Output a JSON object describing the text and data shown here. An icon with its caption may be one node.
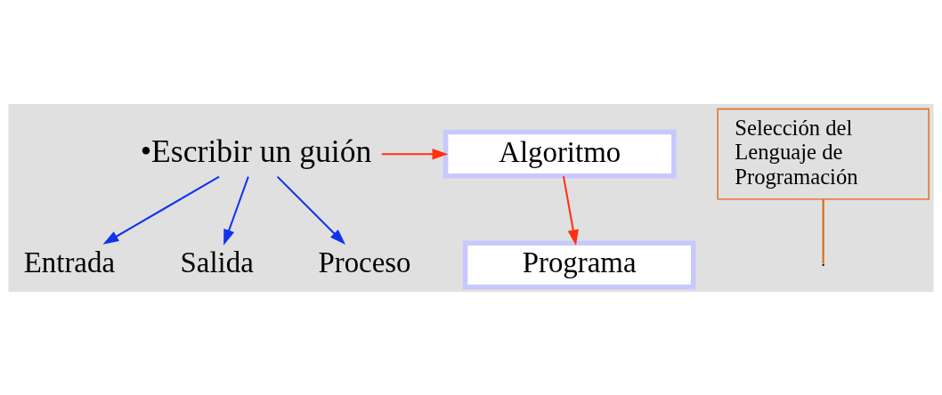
{
  "diagram": {
    "nodes": [
      {
        "text": [
          "•Escribir un guión"
        ]
      },
      {
        "text": [
          "Algoritmo"
        ]
      },
      {
        "text": [
          "Entrada"
        ]
      },
      {
        "text": [
          "Salida"
        ]
      },
      {
        "text": [
          "Proceso"
        ]
      },
      {
        "text": [
          "Programa"
        ]
      },
      {
        "text": [
          "Selección del Lenguaje de Programación"
        ]
      }
    ],
    "edges": [
      {
        "from": 0,
        "to": 1,
        "arrow": "to",
        "color": "#ff3311"
      },
      {
        "from": 0,
        "to": 2,
        "arrow": "to",
        "color": "#1133ee"
      },
      {
        "from": 0,
        "to": 3,
        "arrow": "to",
        "color": "#1133ee"
      },
      {
        "from": 0,
        "to": 4,
        "arrow": "to",
        "color": "#1133ee"
      },
      {
        "from": 1,
        "to": 5,
        "arrow": "to",
        "color": "#ff3311"
      },
      {
        "from": 6,
        "to": null,
        "arrow": "none",
        "color": "#dd6611"
      }
    ]
  }
}
